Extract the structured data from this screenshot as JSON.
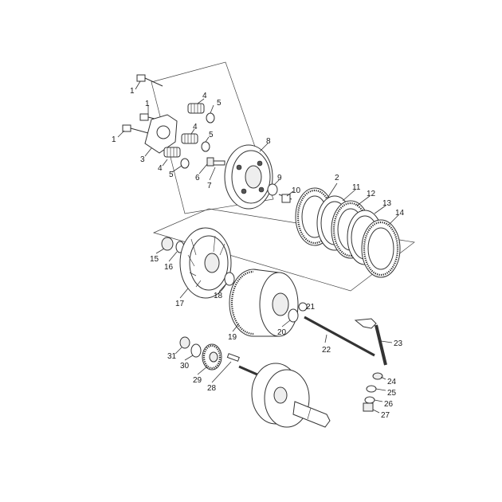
{
  "diagram": {
    "labels": [
      "1",
      "1",
      "1",
      "2",
      "3",
      "4",
      "4",
      "4",
      "5",
      "5",
      "5",
      "6",
      "7",
      "8",
      "9",
      "10",
      "11",
      "12",
      "13",
      "14",
      "15",
      "16",
      "17",
      "18",
      "19",
      "20",
      "21",
      "22",
      "23",
      "24",
      "25",
      "26",
      "27",
      "28",
      "29",
      "30",
      "31"
    ]
  }
}
